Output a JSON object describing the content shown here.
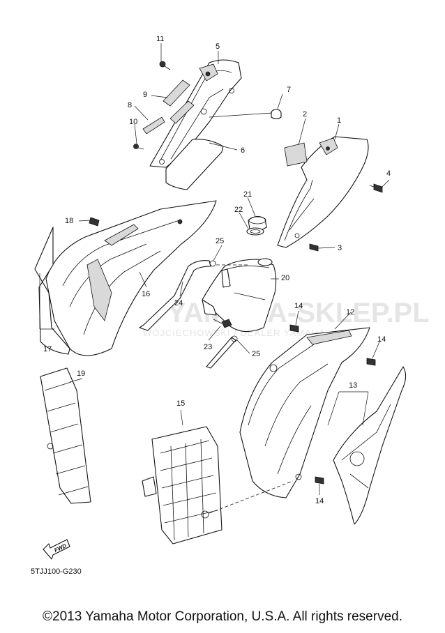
{
  "callouts": [
    "1",
    "2",
    "3",
    "4",
    "5",
    "6",
    "7",
    "8",
    "9",
    "10",
    "11",
    "12",
    "13",
    "14",
    "15",
    "16",
    "17",
    "18",
    "19",
    "20",
    "21",
    "22",
    "23",
    "24",
    "25"
  ],
  "watermark": {
    "line1": "YAMAHA-SKLEP.PL",
    "line2": "WOJCIECHOWSKI / DEALER YAMAHA"
  },
  "fwd_label": "FWD",
  "diagram_code": "5TJJ100-G230",
  "copyright": "©2013 Yamaha Motor Corporation, U.S.A. All rights reserved.",
  "colors": {
    "ink": "#111111",
    "watermark": "#e5e5e5",
    "background": "#ffffff"
  }
}
